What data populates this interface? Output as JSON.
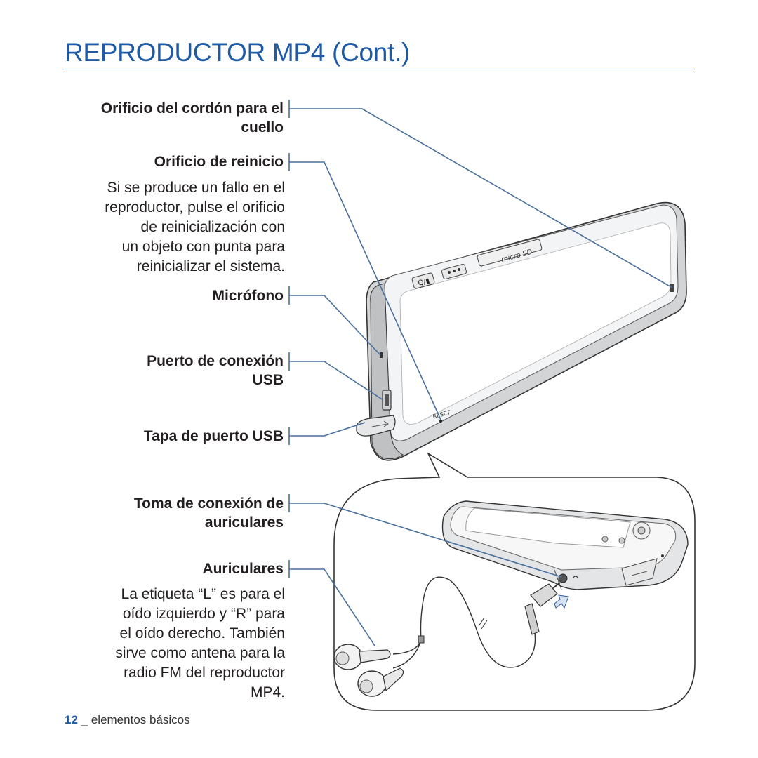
{
  "title": "REPRODUCTOR MP4 (Cont.)",
  "labels": {
    "neck": [
      "Orificio del cordón para el",
      "cuello"
    ],
    "reset": "Orificio de reinicio",
    "reset_desc": [
      "Si se produce un fallo en el",
      "reproductor, pulse el orificio",
      "de reinicialización con",
      "un objeto con punta para",
      "reinicializar el sistema."
    ],
    "mic": "Micrófono",
    "usb": [
      "Puerto de conexión",
      "USB"
    ],
    "usb_cap": "Tapa de puerto USB",
    "jack": [
      "Toma de conexión de",
      "auriculares"
    ],
    "earphones": "Auriculares",
    "earphones_desc": [
      "La etiqueta “L” es para el",
      "oído izquierdo y “R” para",
      "el oído derecho. También",
      "sirve como antena para la",
      "radio FM del reproductor",
      "MP4."
    ]
  },
  "device": {
    "reset_text": "RESET",
    "slot_text": "micro SD"
  },
  "footer": {
    "page": "12",
    "section": "_ elementos básicos"
  }
}
